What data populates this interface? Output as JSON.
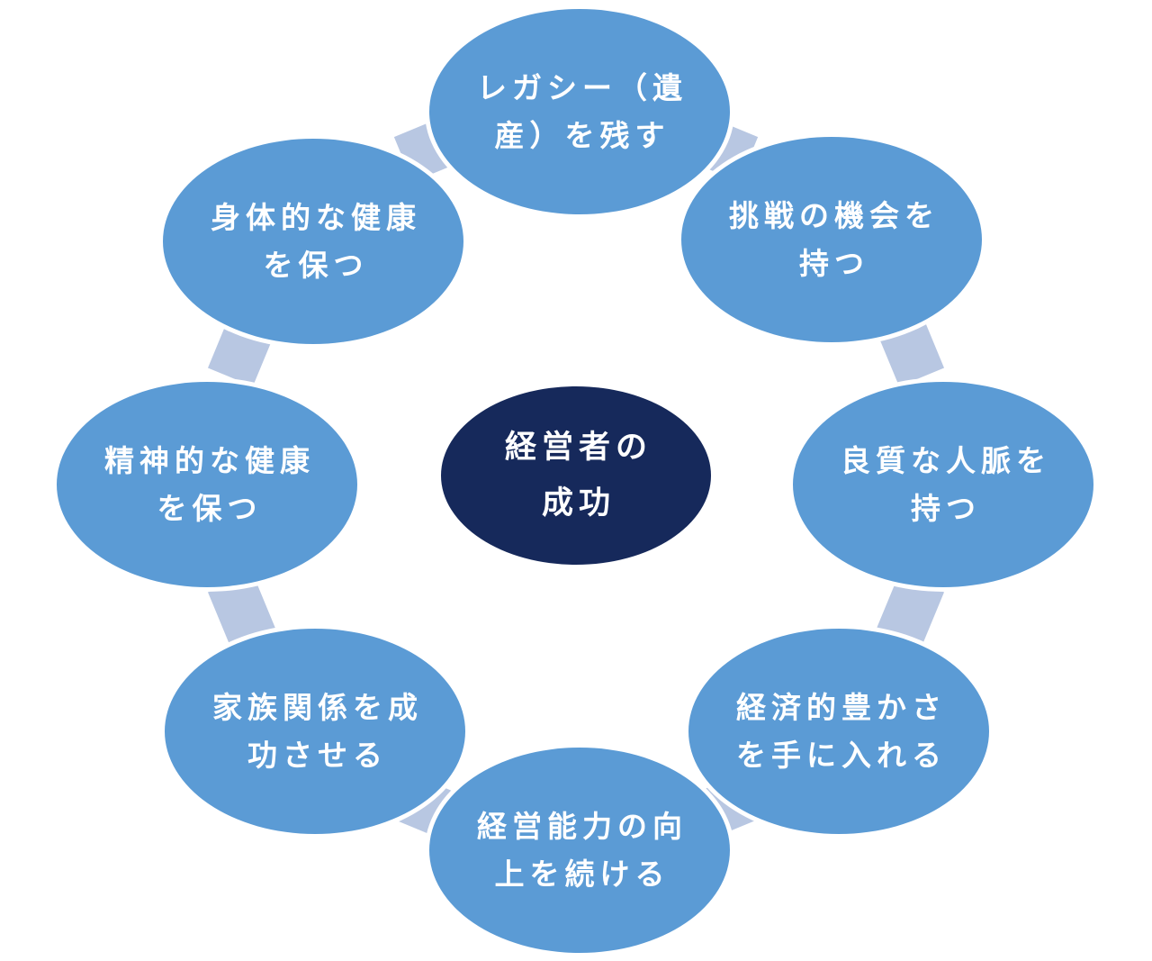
{
  "diagram": {
    "type": "cycle",
    "center": {
      "text": "経営者の成功",
      "line1": "経営者の",
      "line2": "成功"
    },
    "nodes": [
      {
        "id": "legacy",
        "text": "レガシー（遺産）を残す",
        "line1": "レガシー（遺",
        "line2": "産）を残す"
      },
      {
        "id": "challenge",
        "text": "挑戦の機会を持つ",
        "line1": "挑戦の機会を",
        "line2": "持つ"
      },
      {
        "id": "network",
        "text": "良質な人脈を持つ",
        "line1": "良質な人脈を",
        "line2": "持つ"
      },
      {
        "id": "wealth",
        "text": "経済的豊かさを手に入れる",
        "line1": "経済的豊かさ",
        "line2": "を手に入れる"
      },
      {
        "id": "ability",
        "text": "経営能力の向上を続ける",
        "line1": "経営能力の向",
        "line2": "上を続ける"
      },
      {
        "id": "family",
        "text": "家族関係を成功させる",
        "line1": "家族関係を成",
        "line2": "功させる"
      },
      {
        "id": "mental",
        "text": "精神的な健康を保つ",
        "line1": "精神的な健康",
        "line2": "を保つ"
      },
      {
        "id": "physical",
        "text": "身体的な健康を保つ",
        "line1": "身体的な健康",
        "line2": "を保つ"
      }
    ],
    "colors": {
      "background": "#FFFFFF",
      "node_fill": "#5B9BD5",
      "center_fill": "#16295B",
      "connector_fill": "#B8C7E2",
      "text": "#FFFFFF"
    }
  }
}
